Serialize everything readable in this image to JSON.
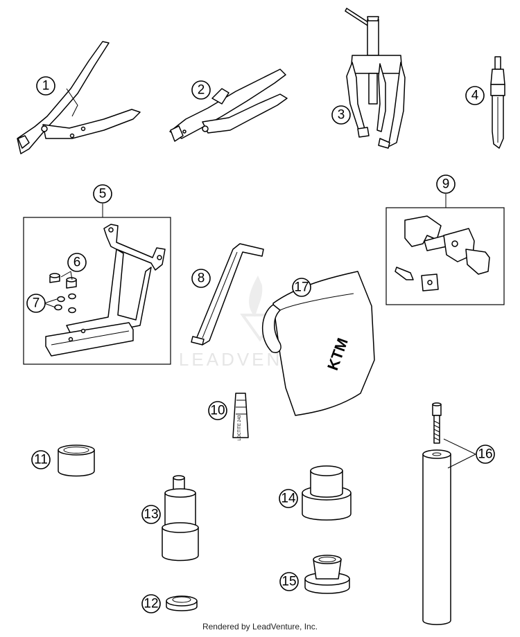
{
  "watermark": {
    "text": "LEADVENTURE"
  },
  "footer": {
    "text": "Rendered by LeadVenture, Inc."
  },
  "product_labels": {
    "loctite": "LOCTITE 243",
    "bag_brand": "KTM"
  },
  "callouts": [
    "1",
    "2",
    "3",
    "4",
    "5",
    "6",
    "7",
    "8",
    "9",
    "10",
    "11",
    "12",
    "13",
    "14",
    "15",
    "16",
    "17"
  ]
}
